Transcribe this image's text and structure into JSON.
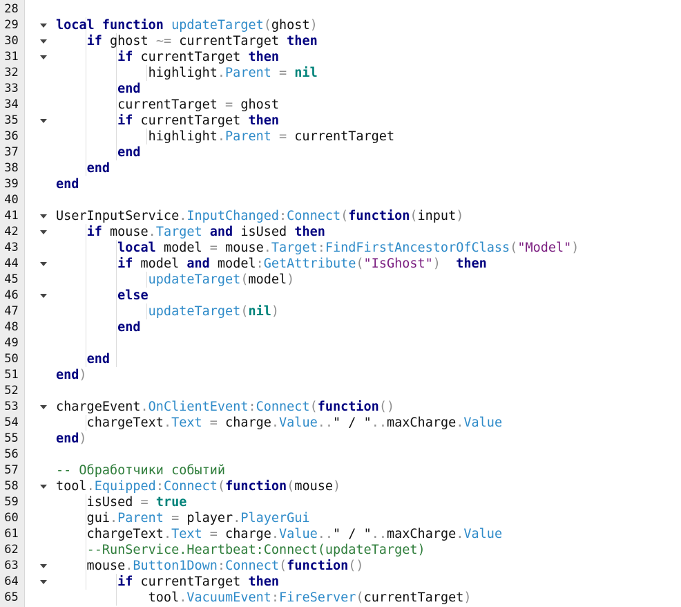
{
  "lines": [
    {
      "num": "28",
      "tokens": []
    },
    {
      "num": "29",
      "tokens": [
        [
          "kw",
          "local"
        ],
        [
          "txt",
          " "
        ],
        [
          "kw",
          "function"
        ],
        [
          "txt",
          " "
        ],
        [
          "fn",
          "updateTarget"
        ],
        [
          "op",
          "("
        ],
        [
          "txt",
          "ghost"
        ],
        [
          "op",
          ")"
        ]
      ]
    },
    {
      "num": "30",
      "tokens": [
        [
          "txt",
          "    "
        ],
        [
          "kw",
          "if"
        ],
        [
          "txt",
          " ghost "
        ],
        [
          "op",
          "~="
        ],
        [
          "txt",
          " currentTarget "
        ],
        [
          "kw",
          "then"
        ]
      ]
    },
    {
      "num": "31",
      "tokens": [
        [
          "txt",
          "        "
        ],
        [
          "kw",
          "if"
        ],
        [
          "txt",
          " currentTarget "
        ],
        [
          "kw",
          "then"
        ]
      ]
    },
    {
      "num": "32",
      "tokens": [
        [
          "txt",
          "            highlight"
        ],
        [
          "op",
          "."
        ],
        [
          "fn",
          "Parent"
        ],
        [
          "txt",
          " "
        ],
        [
          "op",
          "="
        ],
        [
          "txt",
          " "
        ],
        [
          "lit",
          "nil"
        ]
      ]
    },
    {
      "num": "33",
      "tokens": [
        [
          "txt",
          "        "
        ],
        [
          "kw",
          "end"
        ]
      ]
    },
    {
      "num": "34",
      "tokens": [
        [
          "txt",
          "        currentTarget "
        ],
        [
          "op",
          "="
        ],
        [
          "txt",
          " ghost"
        ]
      ]
    },
    {
      "num": "35",
      "tokens": [
        [
          "txt",
          "        "
        ],
        [
          "kw",
          "if"
        ],
        [
          "txt",
          " currentTarget "
        ],
        [
          "kw",
          "then"
        ]
      ]
    },
    {
      "num": "36",
      "tokens": [
        [
          "txt",
          "            highlight"
        ],
        [
          "op",
          "."
        ],
        [
          "fn",
          "Parent"
        ],
        [
          "txt",
          " "
        ],
        [
          "op",
          "="
        ],
        [
          "txt",
          " currentTarget"
        ]
      ]
    },
    {
      "num": "37",
      "tokens": [
        [
          "txt",
          "        "
        ],
        [
          "kw",
          "end"
        ]
      ]
    },
    {
      "num": "38",
      "tokens": [
        [
          "txt",
          "    "
        ],
        [
          "kw",
          "end"
        ]
      ]
    },
    {
      "num": "39",
      "tokens": [
        [
          "kw",
          "end"
        ]
      ]
    },
    {
      "num": "40",
      "tokens": []
    },
    {
      "num": "41",
      "tokens": [
        [
          "txt",
          "UserInputService"
        ],
        [
          "op",
          "."
        ],
        [
          "fn",
          "InputChanged"
        ],
        [
          "op",
          ":"
        ],
        [
          "fn",
          "Connect"
        ],
        [
          "op",
          "("
        ],
        [
          "kw",
          "function"
        ],
        [
          "op",
          "("
        ],
        [
          "txt",
          "input"
        ],
        [
          "op",
          ")"
        ]
      ]
    },
    {
      "num": "42",
      "tokens": [
        [
          "txt",
          "    "
        ],
        [
          "kw",
          "if"
        ],
        [
          "txt",
          " mouse"
        ],
        [
          "op",
          "."
        ],
        [
          "fn",
          "Target"
        ],
        [
          "txt",
          " "
        ],
        [
          "kw",
          "and"
        ],
        [
          "txt",
          " isUsed "
        ],
        [
          "kw",
          "then"
        ]
      ]
    },
    {
      "num": "43",
      "tokens": [
        [
          "txt",
          "        "
        ],
        [
          "kw",
          "local"
        ],
        [
          "txt",
          " model "
        ],
        [
          "op",
          "="
        ],
        [
          "txt",
          " mouse"
        ],
        [
          "op",
          "."
        ],
        [
          "fn",
          "Target"
        ],
        [
          "op",
          ":"
        ],
        [
          "fn",
          "FindFirstAncestorOfClass"
        ],
        [
          "op",
          "("
        ],
        [
          "str",
          "\"Model\""
        ],
        [
          "op",
          ")"
        ]
      ]
    },
    {
      "num": "44",
      "tokens": [
        [
          "txt",
          "        "
        ],
        [
          "kw",
          "if"
        ],
        [
          "txt",
          " model "
        ],
        [
          "kw",
          "and"
        ],
        [
          "txt",
          " model"
        ],
        [
          "op",
          ":"
        ],
        [
          "fn",
          "GetAttribute"
        ],
        [
          "op",
          "("
        ],
        [
          "str",
          "\"IsGhost\""
        ],
        [
          "op",
          ")"
        ],
        [
          "txt",
          "  "
        ],
        [
          "kw",
          "then"
        ]
      ]
    },
    {
      "num": "45",
      "tokens": [
        [
          "txt",
          "            "
        ],
        [
          "fn",
          "updateTarget"
        ],
        [
          "op",
          "("
        ],
        [
          "txt",
          "model"
        ],
        [
          "op",
          ")"
        ]
      ]
    },
    {
      "num": "46",
      "tokens": [
        [
          "txt",
          "        "
        ],
        [
          "kw",
          "else"
        ]
      ]
    },
    {
      "num": "47",
      "tokens": [
        [
          "txt",
          "            "
        ],
        [
          "fn",
          "updateTarget"
        ],
        [
          "op",
          "("
        ],
        [
          "lit",
          "nil"
        ],
        [
          "op",
          ")"
        ]
      ]
    },
    {
      "num": "48",
      "tokens": [
        [
          "txt",
          "        "
        ],
        [
          "kw",
          "end"
        ]
      ]
    },
    {
      "num": "49",
      "tokens": []
    },
    {
      "num": "50",
      "tokens": [
        [
          "txt",
          "    "
        ],
        [
          "kw",
          "end"
        ]
      ]
    },
    {
      "num": "51",
      "tokens": [
        [
          "kw",
          "end"
        ],
        [
          "op",
          ")"
        ]
      ]
    },
    {
      "num": "52",
      "tokens": []
    },
    {
      "num": "53",
      "tokens": [
        [
          "txt",
          "chargeEvent"
        ],
        [
          "op",
          "."
        ],
        [
          "fn",
          "OnClientEvent"
        ],
        [
          "op",
          ":"
        ],
        [
          "fn",
          "Connect"
        ],
        [
          "op",
          "("
        ],
        [
          "kw",
          "function"
        ],
        [
          "op",
          "()"
        ]
      ]
    },
    {
      "num": "54",
      "tokens": [
        [
          "txt",
          "    chargeText"
        ],
        [
          "op",
          "."
        ],
        [
          "fn",
          "Text"
        ],
        [
          "txt",
          " "
        ],
        [
          "op",
          "="
        ],
        [
          "txt",
          " charge"
        ],
        [
          "op",
          "."
        ],
        [
          "fn",
          "Value"
        ],
        [
          "op",
          ".."
        ],
        [
          "txt",
          "\" / \""
        ],
        [
          "op",
          ".."
        ],
        [
          "txt",
          "maxCharge"
        ],
        [
          "op",
          "."
        ],
        [
          "fn",
          "Value"
        ]
      ]
    },
    {
      "num": "55",
      "tokens": [
        [
          "kw",
          "end"
        ],
        [
          "op",
          ")"
        ]
      ]
    },
    {
      "num": "56",
      "tokens": []
    },
    {
      "num": "57",
      "tokens": [
        [
          "cmt",
          "-- Обработчики событий"
        ]
      ]
    },
    {
      "num": "58",
      "tokens": [
        [
          "txt",
          "tool"
        ],
        [
          "op",
          "."
        ],
        [
          "fn",
          "Equipped"
        ],
        [
          "op",
          ":"
        ],
        [
          "fn",
          "Connect"
        ],
        [
          "op",
          "("
        ],
        [
          "kw",
          "function"
        ],
        [
          "op",
          "("
        ],
        [
          "txt",
          "mouse"
        ],
        [
          "op",
          ")"
        ]
      ]
    },
    {
      "num": "59",
      "tokens": [
        [
          "txt",
          "    isUsed "
        ],
        [
          "op",
          "="
        ],
        [
          "txt",
          " "
        ],
        [
          "lit",
          "true"
        ]
      ]
    },
    {
      "num": "60",
      "tokens": [
        [
          "txt",
          "    gui"
        ],
        [
          "op",
          "."
        ],
        [
          "fn",
          "Parent"
        ],
        [
          "txt",
          " "
        ],
        [
          "op",
          "="
        ],
        [
          "txt",
          " player"
        ],
        [
          "op",
          "."
        ],
        [
          "fn",
          "PlayerGui"
        ]
      ]
    },
    {
      "num": "61",
      "tokens": [
        [
          "txt",
          "    chargeText"
        ],
        [
          "op",
          "."
        ],
        [
          "fn",
          "Text"
        ],
        [
          "txt",
          " "
        ],
        [
          "op",
          "="
        ],
        [
          "txt",
          " charge"
        ],
        [
          "op",
          "."
        ],
        [
          "fn",
          "Value"
        ],
        [
          "op",
          ".."
        ],
        [
          "txt",
          "\" / \""
        ],
        [
          "op",
          ".."
        ],
        [
          "txt",
          "maxCharge"
        ],
        [
          "op",
          "."
        ],
        [
          "fn",
          "Value"
        ]
      ]
    },
    {
      "num": "62",
      "tokens": [
        [
          "txt",
          "    "
        ],
        [
          "cmt",
          "--RunService.Heartbeat:Connect(updateTarget)"
        ]
      ]
    },
    {
      "num": "63",
      "tokens": [
        [
          "txt",
          "    mouse"
        ],
        [
          "op",
          "."
        ],
        [
          "fn",
          "Button1Down"
        ],
        [
          "op",
          ":"
        ],
        [
          "fn",
          "Connect"
        ],
        [
          "op",
          "("
        ],
        [
          "kw",
          "function"
        ],
        [
          "op",
          "()"
        ]
      ]
    },
    {
      "num": "64",
      "tokens": [
        [
          "txt",
          "        "
        ],
        [
          "kw",
          "if"
        ],
        [
          "txt",
          " currentTarget "
        ],
        [
          "kw",
          "then"
        ]
      ]
    },
    {
      "num": "65",
      "tokens": [
        [
          "txt",
          "            tool"
        ],
        [
          "op",
          "."
        ],
        [
          "fn",
          "VacuumEvent"
        ],
        [
          "op",
          ":"
        ],
        [
          "fn",
          "FireServer"
        ],
        [
          "op",
          "("
        ],
        [
          "txt",
          "currentTarget"
        ],
        [
          "op",
          ")"
        ]
      ]
    }
  ],
  "fold_markers": [
    "29",
    "30",
    "31",
    "35",
    "41",
    "42",
    "44",
    "46",
    "53",
    "58",
    "63",
    "64"
  ],
  "colors": {
    "keyword": "#00007f",
    "function": "#2f8bc9",
    "literal": "#00837a",
    "string": "#7b1e80",
    "comment": "#2e7d3a",
    "gutter": "#ededed"
  }
}
